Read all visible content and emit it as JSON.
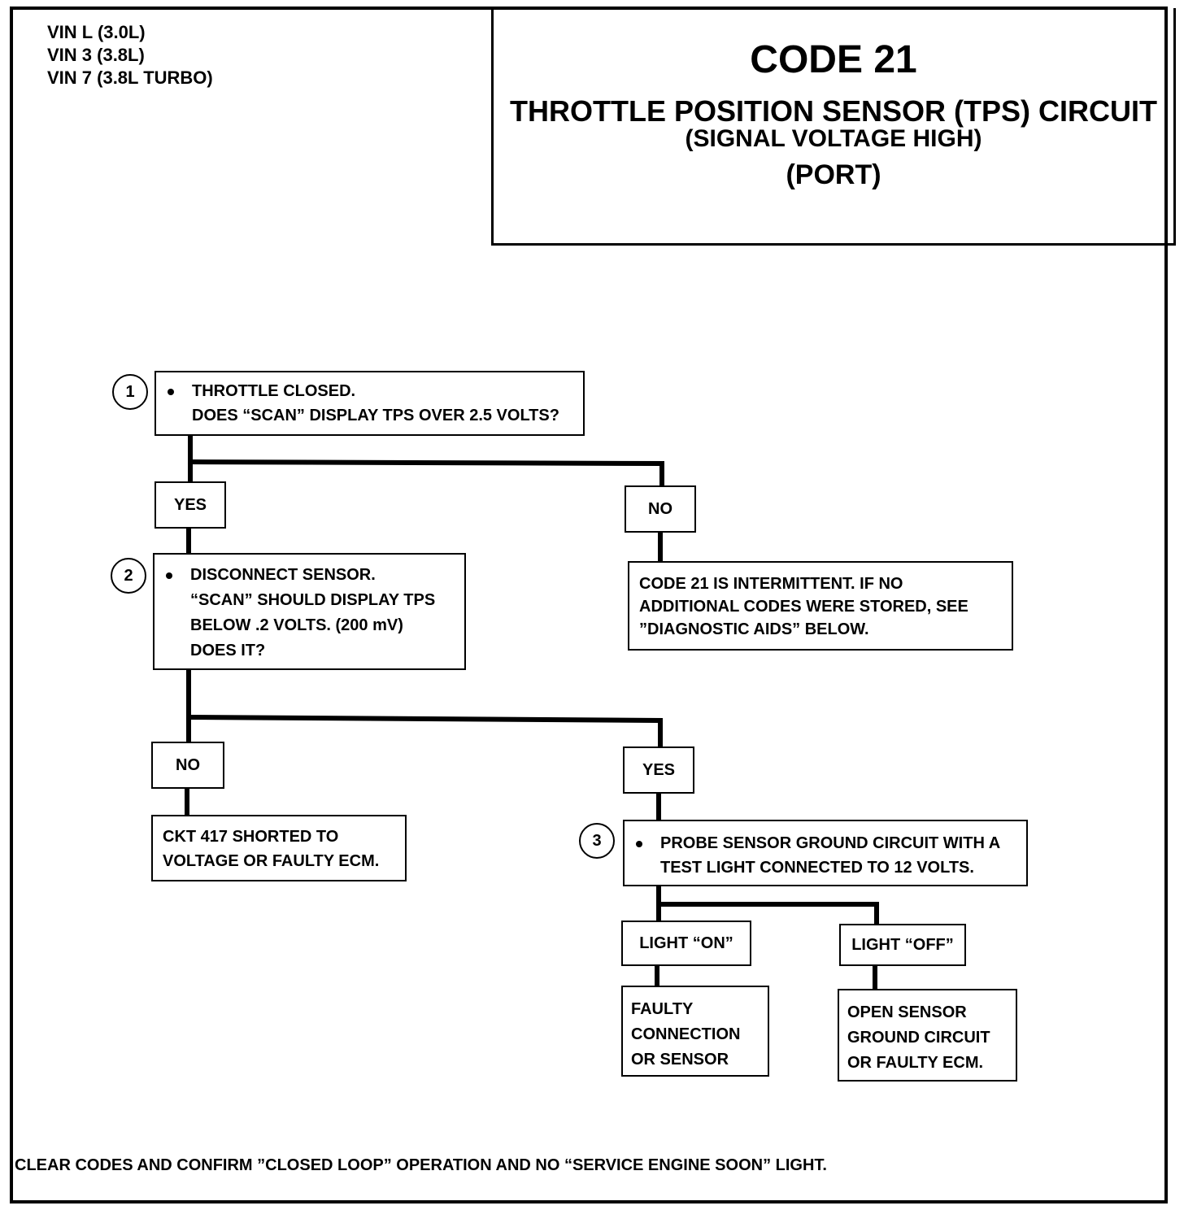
{
  "vin_lines": [
    "VIN L (3.0L)",
    "VIN 3 (3.8L)",
    "VIN 7 (3.8L TURBO)"
  ],
  "title": {
    "code": "CODE 21",
    "line1": "THROTTLE POSITION SENSOR (TPS) CIRCUIT",
    "line2": "(SIGNAL VOLTAGE HIGH)",
    "line3": "(PORT)"
  },
  "steps": {
    "step1": {
      "number": "1",
      "lines": [
        "THROTTLE CLOSED.",
        "DOES “SCAN” DISPLAY TPS OVER 2.5 VOLTS?"
      ]
    },
    "step2": {
      "number": "2",
      "lines": [
        "DISCONNECT SENSOR.",
        "“SCAN” SHOULD DISPLAY TPS",
        "BELOW  .2 VOLTS. (200 mV)",
        "DOES IT?"
      ]
    },
    "step3": {
      "number": "3",
      "lines": [
        "PROBE SENSOR GROUND CIRCUIT WITH A",
        "TEST LIGHT CONNECTED TO 12 VOLTS."
      ]
    }
  },
  "branches": {
    "s1_yes": "YES",
    "s1_no": "NO",
    "s2_no": "NO",
    "s2_yes": "YES",
    "s3_on": "LIGHT “ON”",
    "s3_off": "LIGHT “OFF”"
  },
  "results": {
    "intermittent": [
      "CODE 21 IS INTERMITTENT.  IF NO",
      "ADDITIONAL CODES WERE STORED,  SEE",
      "”DIAGNOSTIC AIDS”  BELOW."
    ],
    "ckt417": [
      "CKT 417 SHORTED TO",
      "VOLTAGE OR FAULTY ECM."
    ],
    "faulty": [
      "FAULTY",
      "CONNECTION",
      "OR  SENSOR"
    ],
    "open": [
      "OPEN SENSOR",
      "GROUND CIRCUIT",
      "OR FAULTY ECM."
    ]
  },
  "footer": "CLEAR CODES AND CONFIRM ”CLOSED LOOP”  OPERATION AND NO “SERVICE ENGINE SOON” LIGHT."
}
